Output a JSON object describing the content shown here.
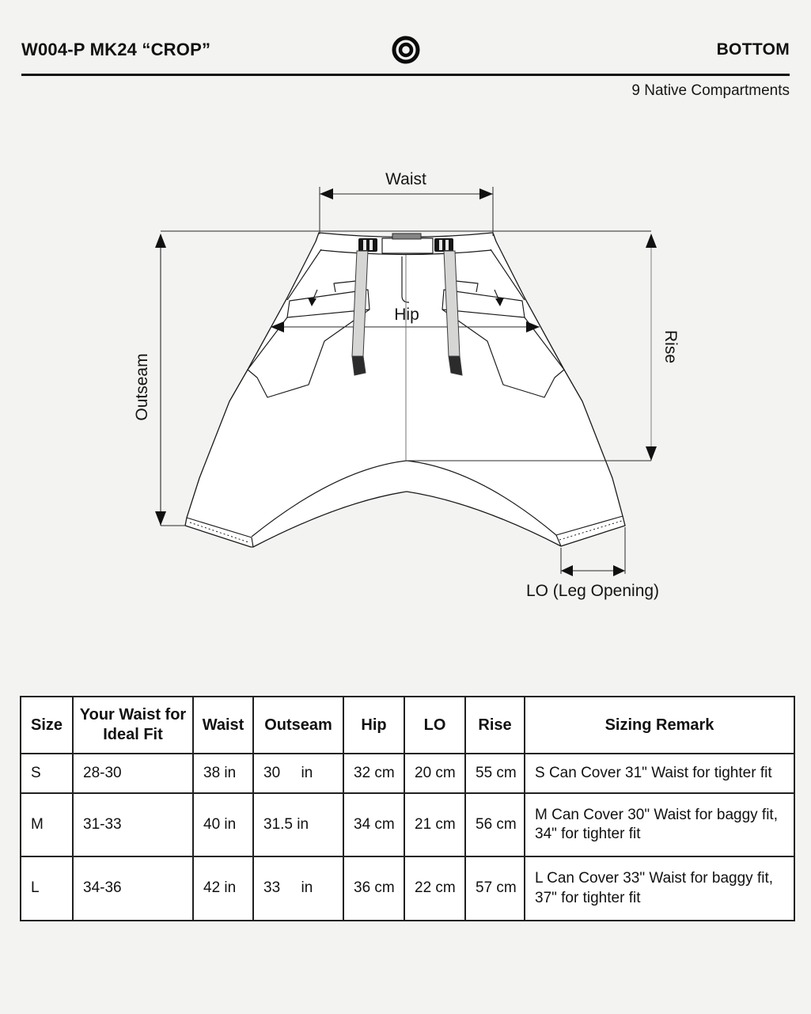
{
  "page": {
    "background": "#f3f3f1",
    "ink": "#111111",
    "strap_gray": "#d6d6d5",
    "strap_tip_dark": "#2b2b2b"
  },
  "header": {
    "product_code": "W004-P MK24 “CROP”",
    "category": "BOTTOM",
    "subtitle": "9 Native Compartments",
    "logo_icon": "concentric-circles-logo"
  },
  "diagram": {
    "labels": {
      "waist": "Waist",
      "hip": "Hip",
      "outseam": "Outseam",
      "rise": "Rise",
      "leg_opening": "LO (Leg Opening)"
    }
  },
  "size_table": {
    "columns": [
      "Size",
      "Your Waist for Ideal Fit",
      "Waist",
      "Outseam",
      "Hip",
      "LO",
      "Rise",
      "Sizing Remark"
    ],
    "rows": [
      {
        "size": "S",
        "your_waist": "28-30",
        "waist": "38 in",
        "outseam": "30     in",
        "hip": "32 cm",
        "lo": "20 cm",
        "rise": "55 cm",
        "remark": "S Can Cover 31\" Waist for tighter fit"
      },
      {
        "size": "M",
        "your_waist": "31-33",
        "waist": "40 in",
        "outseam": "31.5 in",
        "hip": "34 cm",
        "lo": "21 cm",
        "rise": "56 cm",
        "remark": "M Can Cover 30\" Waist for baggy fit, 34\" for tighter fit"
      },
      {
        "size": "L",
        "your_waist": "34-36",
        "waist": "42 in",
        "outseam": "33     in",
        "hip": "36 cm",
        "lo": "22 cm",
        "rise": "57 cm",
        "remark": "L Can Cover 33\" Waist for baggy fit, 37\" for tighter fit"
      }
    ]
  }
}
